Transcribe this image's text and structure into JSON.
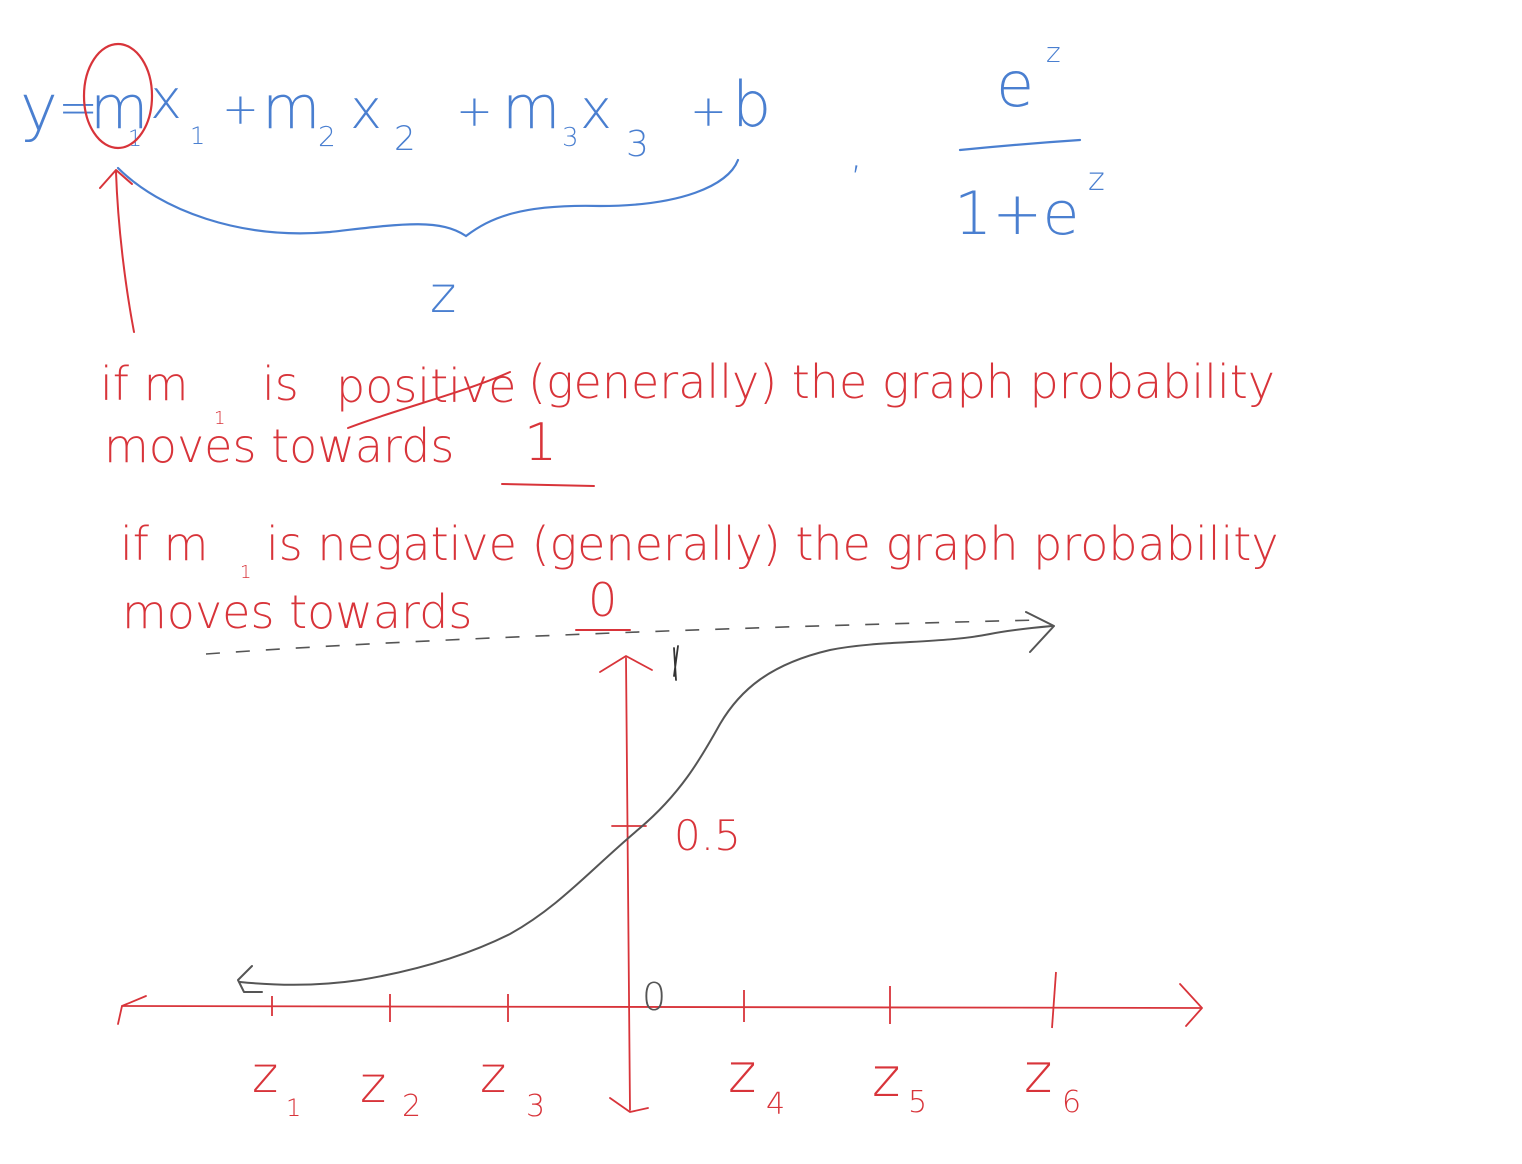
{
  "colors": {
    "blue_ink": "#4a7fd0",
    "red_ink": "#d8343a",
    "black_ink": "#555555"
  },
  "equation": {
    "y": "y",
    "eq": "=",
    "m": "m",
    "x": "x",
    "plus": "+",
    "b": "b",
    "sub_1": "1",
    "sub_2": "2",
    "sub_3": "3",
    "z": "z",
    "comma": ","
  },
  "sigmoid": {
    "numerator_base": "e",
    "numerator_exp": "z",
    "denominator": "1+e",
    "denominator_exp": "z"
  },
  "notes": {
    "positive": {
      "line1_a": "if m",
      "line1_sub": "1",
      "line1_b": "is",
      "keyword": "positive",
      "line1_c": "(generally) the graph probability",
      "line2": "moves towards",
      "target": "1"
    },
    "negative": {
      "line1_a": "if m",
      "line1_sub": "1",
      "line1_b": "is negative (generally) the graph probability",
      "line2": "moves towards",
      "target": "0"
    }
  },
  "graph": {
    "mid_label": "0.5",
    "origin_label": "0",
    "x_ticks": [
      {
        "base": "z",
        "sub": "1"
      },
      {
        "base": "z",
        "sub": "2"
      },
      {
        "base": "z",
        "sub": "3"
      },
      {
        "base": "z",
        "sub": "4"
      },
      {
        "base": "z",
        "sub": "5"
      },
      {
        "base": "z",
        "sub": "6"
      }
    ]
  }
}
